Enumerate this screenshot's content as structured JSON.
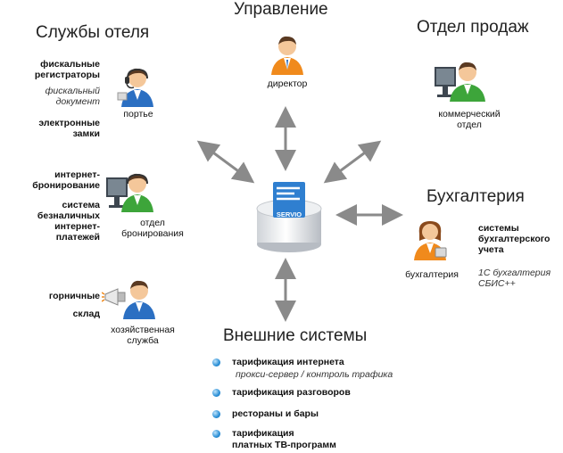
{
  "headings": {
    "hotel_services": "Службы отеля",
    "management": "Управление",
    "sales": "Отдел продаж",
    "accounting": "Бухгалтерия",
    "external": "Внешние системы"
  },
  "server": {
    "logo": "SERVIO"
  },
  "roles": {
    "director": "директор",
    "porter": "портье",
    "booking": "отдел\nбронирования",
    "housekeeping": "хозяйственная\nслужба",
    "commercial": "коммерческий\nотдел",
    "accountant": "бухгалтерия"
  },
  "hotel_left": {
    "fiscal": "фискальные\nрегистраторы",
    "fiscal_doc": "фискальный\nдокумент",
    "locks": "электронные\nзамки",
    "internet_booking": "интернет-\nбронирование",
    "cashless": "система\nбезналичных\nинтернет-\nплатежей",
    "maids": "горничные",
    "warehouse": "склад"
  },
  "accounting_right": {
    "systems": "системы\nбухгалтерского\nучета",
    "products": "1С бухгалтерия\nСБИС++"
  },
  "external_list": [
    {
      "title": "тарификация интернета",
      "sub": "прокси-сервер / контроль трафика"
    },
    {
      "title": "тарификация разговоров",
      "sub": ""
    },
    {
      "title": "рестораны и бары",
      "sub": ""
    },
    {
      "title": "тарификация\nплатных ТВ-программ",
      "sub": ""
    }
  ],
  "colors": {
    "arrow": "#8a8a8a",
    "bullet": "#2a8fd6",
    "shirt_orange": "#f08a1c",
    "shirt_blue": "#2b6fc2",
    "shirt_green": "#3da53a",
    "skin": "#f4c79a",
    "hair": "#5a3a22"
  },
  "icons": [
    "person-director-icon",
    "person-porter-icon",
    "person-booking-icon",
    "person-housekeeping-icon",
    "person-commercial-icon",
    "person-accountant-icon",
    "server-database-icon"
  ]
}
